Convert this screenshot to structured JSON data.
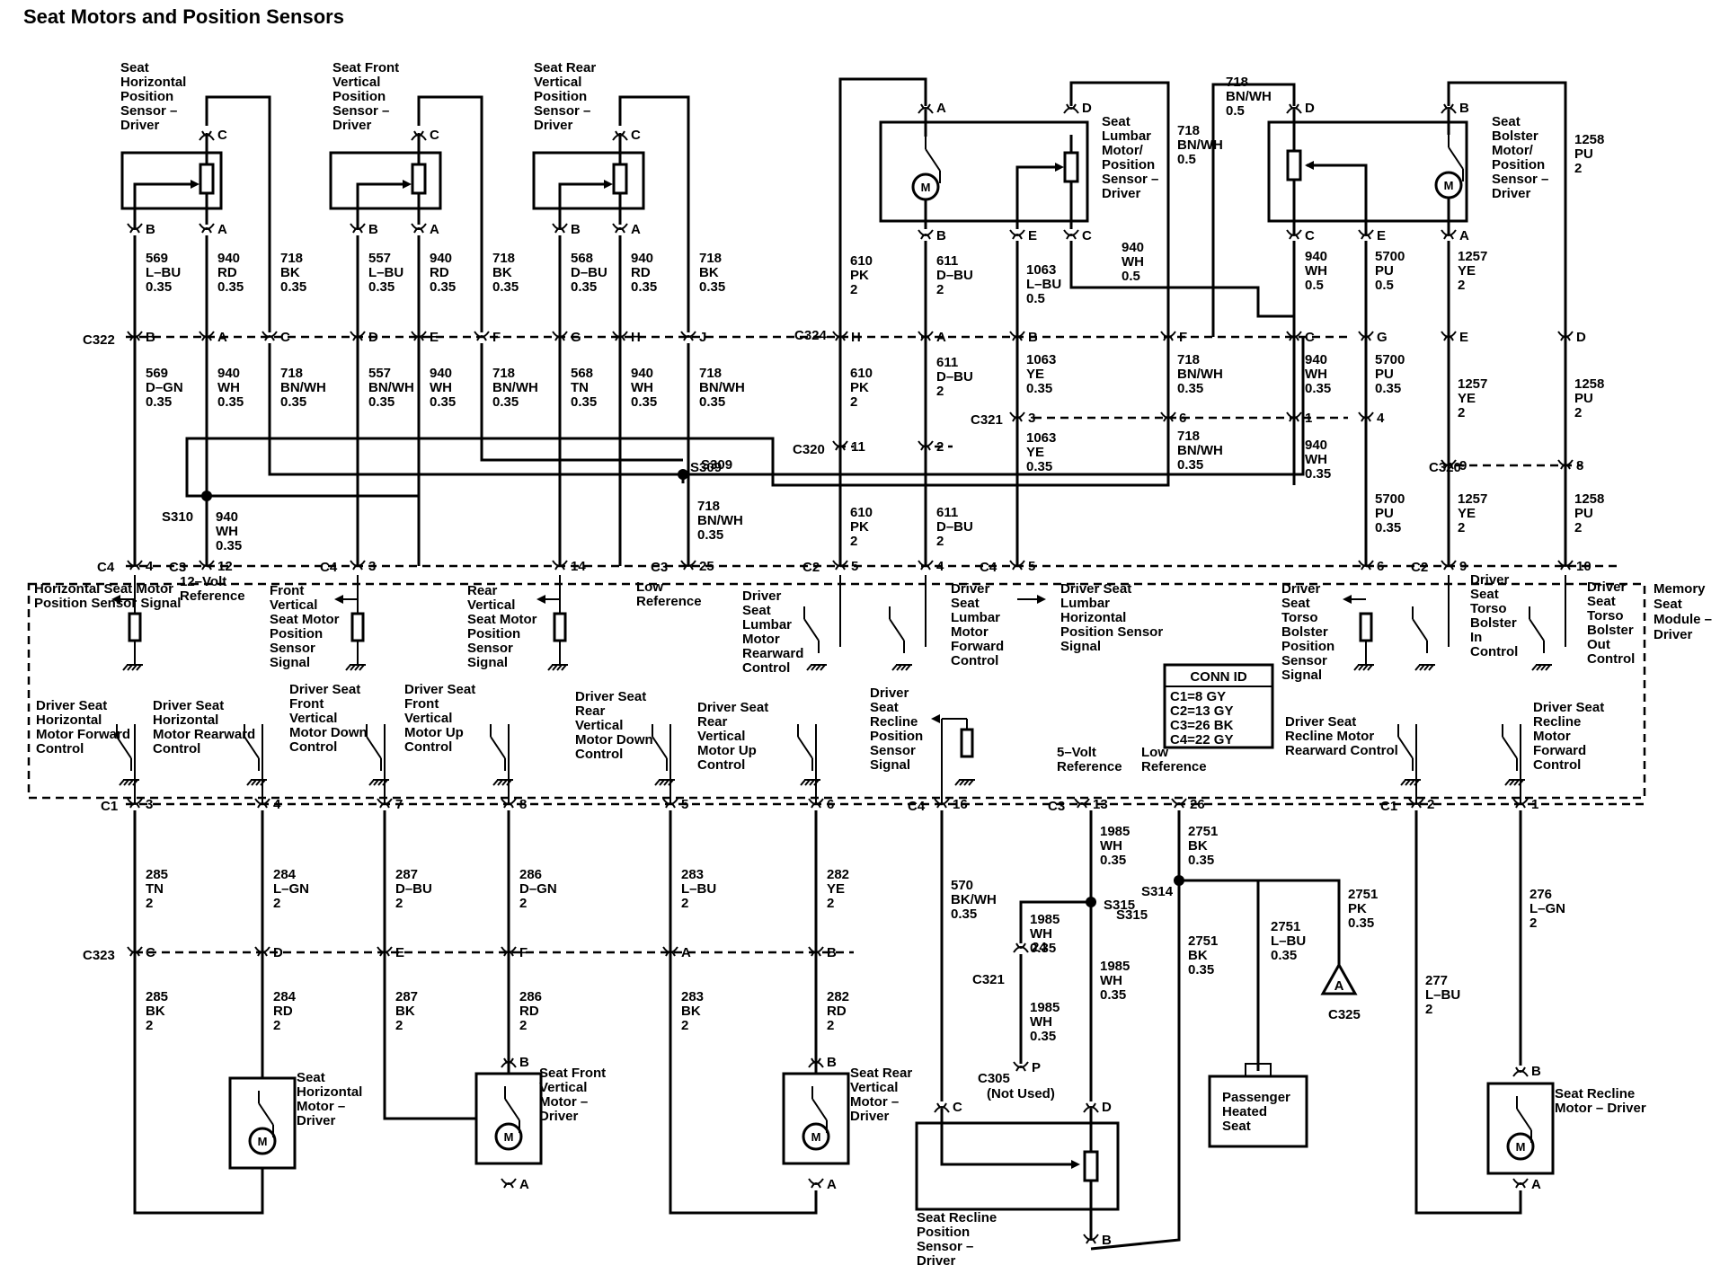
{
  "title": "Seat Motors and Position Sensors",
  "components": [
    {
      "id": "horiz-sensor",
      "label": "Seat Horizontal Position Sensor – Driver"
    },
    {
      "id": "front-sensor",
      "label": "Seat Front Vertical Position Sensor – Driver"
    },
    {
      "id": "rear-sensor",
      "label": "Seat Rear Vertical Position Sensor – Driver"
    },
    {
      "id": "lumbar",
      "label": "Seat Lumbar Motor/ Position Sensor – Driver"
    },
    {
      "id": "bolster",
      "label": "Seat Bolster Motor/ Position Sensor – Driver"
    },
    {
      "id": "horiz-motor",
      "label": "Seat Horizontal Motor – Driver"
    },
    {
      "id": "front-motor",
      "label": "Seat Front Vertical Motor – Driver"
    },
    {
      "id": "rear-motor",
      "label": "Seat Rear Vertical Motor – Driver"
    },
    {
      "id": "recline-sensor",
      "label": "Seat Recline Position Sensor – Driver"
    },
    {
      "id": "recline-motor",
      "label": "Seat Recline Motor – Driver"
    },
    {
      "id": "heated",
      "label": "Passenger Heated Seat"
    },
    {
      "id": "module",
      "label": "Memory Seat Module – Driver"
    }
  ],
  "module_signals": [
    "Horizontal Seat Motor Position Sensor Signal",
    "12–Volt Reference",
    "Front Vertical Seat Motor Position Sensor Signal",
    "Rear Vertical Seat Motor Position Sensor Signal",
    "Low Reference",
    "Driver Seat Lumbar Motor Rearward Control",
    "Driver Seat Lumbar Motor Forward Control",
    "Driver Seat Lumbar Horizontal Position Sensor Signal",
    "Driver Seat Torso Bolster Position Sensor Signal",
    "Driver Seat Torso Bolster In Control",
    "Driver Seat Torso Bolster Out Control",
    "Driver Seat Horizontal Motor Forward Control",
    "Driver Seat Horizontal Motor Rearward Control",
    "Driver Seat Front Vertical Motor Down Control",
    "Driver Seat Front Vertical Motor Up Control",
    "Driver Seat Rear Vertical Motor Down Control",
    "Driver Seat Rear Vertical Motor Up Control",
    "Driver Seat Recline Position Sensor Signal",
    "5–Volt Reference",
    "Low Reference",
    "Driver Seat Recline Motor Rearward Control",
    "Driver Seat Recline Motor Forward Control"
  ],
  "conn_id": {
    "title": "CONN ID",
    "lines": [
      "C1=8 GY",
      "C2=13 GY",
      "C3=26 BK",
      "C4=22 GY"
    ]
  },
  "connectors": [
    "C322",
    "C324",
    "C321",
    "C320",
    "S309",
    "S310",
    "C323",
    "S314",
    "S315",
    "C325",
    "C305",
    "(Not Used)",
    "C1",
    "C2",
    "C3",
    "C4"
  ],
  "wires_top": [
    [
      "569",
      "L–BU",
      "0.35"
    ],
    [
      "940",
      "RD",
      "0.35"
    ],
    [
      "718",
      "BK",
      "0.35"
    ],
    [
      "557",
      "L–BU",
      "0.35"
    ],
    [
      "940",
      "RD",
      "0.35"
    ],
    [
      "718",
      "BK",
      "0.35"
    ],
    [
      "568",
      "D–BU",
      "0.35"
    ],
    [
      "940",
      "RD",
      "0.35"
    ],
    [
      "718",
      "BK",
      "0.35"
    ],
    [
      "610",
      "PK",
      "2"
    ],
    [
      "611",
      "D–BU",
      "2"
    ],
    [
      "1063",
      "L–BU",
      "0.5"
    ],
    [
      "940",
      "WH",
      "0.5"
    ],
    [
      "718",
      "BN/WH",
      "0.5"
    ],
    [
      "718",
      "BN/WH",
      "0.5"
    ],
    [
      "940",
      "WH",
      "0.5"
    ],
    [
      "5700",
      "PU",
      "0.5"
    ],
    [
      "1257",
      "YE",
      "2"
    ],
    [
      "1258",
      "PU",
      "2"
    ]
  ],
  "wires_mid": [
    [
      "569",
      "D–GN",
      "0.35"
    ],
    [
      "940",
      "WH",
      "0.35"
    ],
    [
      "718",
      "BN/WH",
      "0.35"
    ],
    [
      "557",
      "BN/WH",
      "0.35"
    ],
    [
      "940",
      "WH",
      "0.35"
    ],
    [
      "718",
      "BN/WH",
      "0.35"
    ],
    [
      "568",
      "TN",
      "0.35"
    ],
    [
      "940",
      "WH",
      "0.35"
    ],
    [
      "718",
      "BN/WH",
      "0.35"
    ],
    [
      "610",
      "PK",
      "2"
    ],
    [
      "611",
      "D–BU",
      "2"
    ],
    [
      "1063",
      "YE",
      "0.35"
    ],
    [
      "718",
      "BN/WH",
      "0.35"
    ],
    [
      "940",
      "WH",
      "0.35"
    ],
    [
      "5700",
      "PU",
      "0.35"
    ],
    [
      "1257",
      "YE",
      "2"
    ],
    [
      "1258",
      "PU",
      "2"
    ]
  ],
  "wires_low": [
    [
      "940",
      "WH",
      "0.35"
    ],
    [
      "718",
      "BN/WH",
      "0.35"
    ],
    [
      "610",
      "PK",
      "2"
    ],
    [
      "611",
      "D–BU",
      "2"
    ],
    [
      "1063",
      "YE",
      "0.35"
    ],
    [
      "718",
      "BN/WH",
      "0.35"
    ],
    [
      "940",
      "WH",
      "0.35"
    ],
    [
      "5700",
      "PU",
      "0.35"
    ],
    [
      "1257",
      "YE",
      "2"
    ],
    [
      "1258",
      "PU",
      "2"
    ]
  ],
  "wires_bottom": [
    [
      "285",
      "TN",
      "2"
    ],
    [
      "284",
      "L–GN",
      "2"
    ],
    [
      "287",
      "D–BU",
      "2"
    ],
    [
      "286",
      "D–GN",
      "2"
    ],
    [
      "283",
      "L–BU",
      "2"
    ],
    [
      "282",
      "YE",
      "2"
    ],
    [
      "285",
      "BK",
      "2"
    ],
    [
      "284",
      "RD",
      "2"
    ],
    [
      "287",
      "BK",
      "2"
    ],
    [
      "286",
      "RD",
      "2"
    ],
    [
      "283",
      "BK",
      "2"
    ],
    [
      "282",
      "RD",
      "2"
    ],
    [
      "570",
      "BK/WH",
      "0.35"
    ],
    [
      "1985",
      "WH",
      "0.35"
    ],
    [
      "2751",
      "BK",
      "0.35"
    ],
    [
      "1985",
      "WH",
      "0.35"
    ],
    [
      "1985",
      "WH",
      "0.35"
    ],
    [
      "1985",
      "WH",
      "0.35"
    ],
    [
      "2751",
      "BK",
      "0.35"
    ],
    [
      "2751",
      "L–BU",
      "0.35"
    ],
    [
      "2751",
      "PK",
      "0.35"
    ],
    [
      "277",
      "L–BU",
      "2"
    ],
    [
      "276",
      "L–GN",
      "2"
    ]
  ]
}
